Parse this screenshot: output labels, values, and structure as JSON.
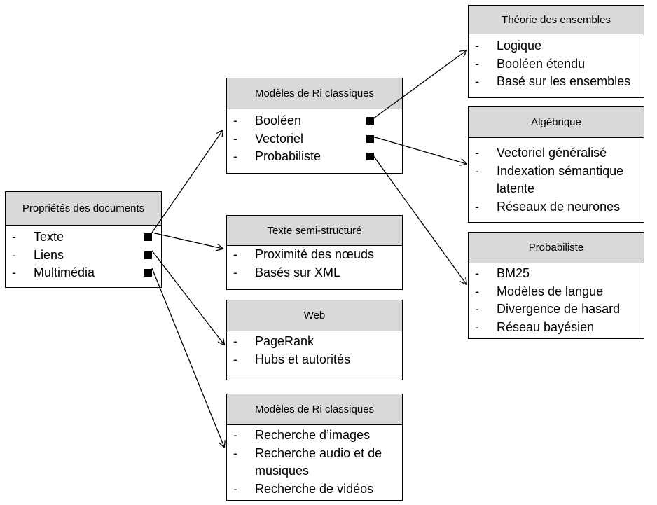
{
  "nodes": {
    "root": {
      "title": "Propriétés des documents",
      "items": [
        "Texte",
        "Liens",
        "Multimédia"
      ]
    },
    "classic": {
      "title": "Modèles de Ri classiques",
      "items": [
        "Booléen",
        "Vectoriel",
        "Probabiliste"
      ]
    },
    "semistruct": {
      "title": "Texte semi-structuré",
      "items": [
        "Proximité des nœuds",
        "Basés sur XML"
      ]
    },
    "web": {
      "title": "Web",
      "items": [
        "PageRank",
        "Hubs et autorités"
      ]
    },
    "multimedia": {
      "title": "Modèles de Ri classiques",
      "items": [
        "Recherche d’images",
        "Recherche audio et de musiques",
        "Recherche de vidéos"
      ]
    },
    "settheory": {
      "title": "Théorie des ensembles",
      "items": [
        "Logique",
        "Booléen étendu",
        "Basé sur les ensembles"
      ]
    },
    "algebraic": {
      "title": "Algébrique",
      "items": [
        "Vectoriel généralisé",
        "Indexation sémantique latente",
        "Réseaux de neurones"
      ]
    },
    "probabilistic": {
      "title": "Probabiliste",
      "items": [
        "BM25",
        "Modèles de langue",
        "Divergence de hasard",
        "Réseau bayésien"
      ]
    }
  },
  "bullet": "-",
  "edges": [
    {
      "from": "root.Texte",
      "to": "classic"
    },
    {
      "from": "root.Texte",
      "to": "semistruct"
    },
    {
      "from": "root.Liens",
      "to": "web"
    },
    {
      "from": "root.Multimédia",
      "to": "multimedia"
    },
    {
      "from": "classic.Booléen",
      "to": "settheory"
    },
    {
      "from": "classic.Vectoriel",
      "to": "algebraic"
    },
    {
      "from": "classic.Probabiliste",
      "to": "probabilistic"
    }
  ]
}
